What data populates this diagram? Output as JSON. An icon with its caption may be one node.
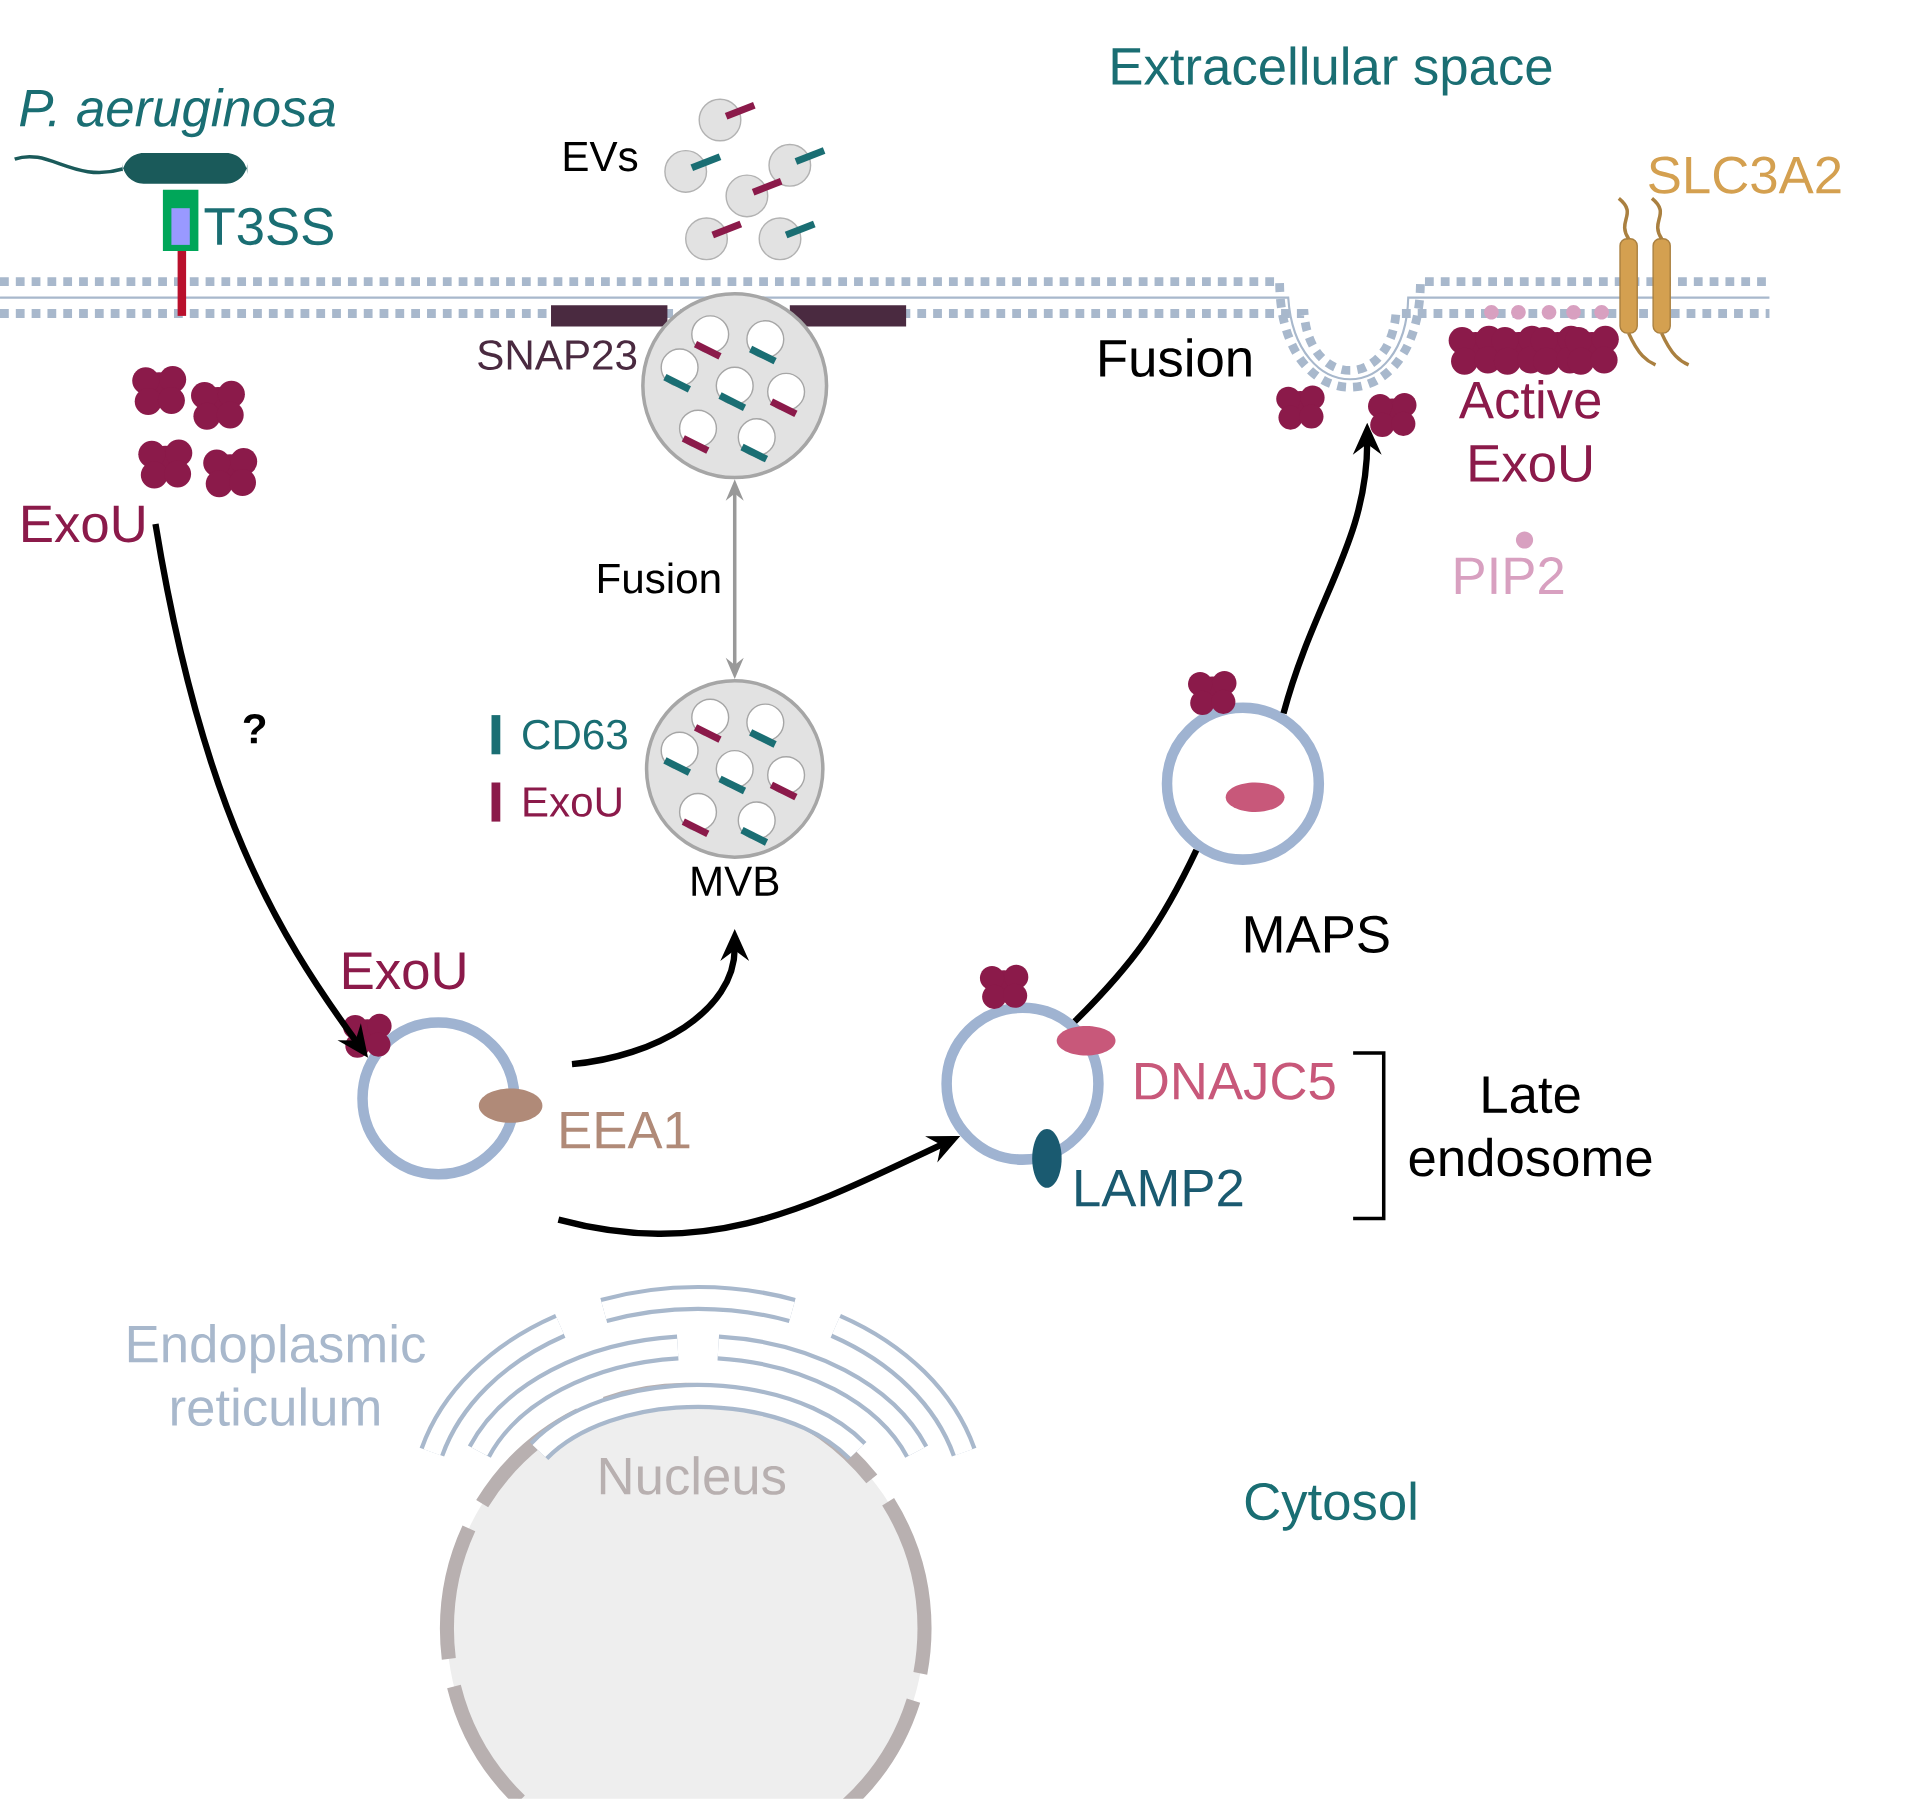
{
  "diagram": {
    "nodes": [
      {
        "text": [
          "ExoU"
        ]
      },
      {
        "text": [],
        "shape": "circle"
      },
      {
        "text": [
          "MVB"
        ]
      },
      {
        "text": [],
        "shape": "circle"
      },
      {
        "text": [],
        "shape": "circle"
      },
      {
        "text": [],
        "shape": "circle"
      },
      {
        "text": [
          "Fusion"
        ]
      }
    ],
    "edges": [
      {
        "from": 0,
        "to": 3,
        "arrow": "to",
        "label": "?"
      },
      {
        "from": 1,
        "to": 2,
        "arrow": "both",
        "label": "Fusion",
        "color": "#999999"
      },
      {
        "from": 3,
        "to": 2,
        "arrow": "to"
      },
      {
        "from": 3,
        "to": 4,
        "arrow": "to"
      },
      {
        "from": 4,
        "to": 5,
        "arrow": "none",
        "label": "MAPS"
      },
      {
        "from": 5,
        "to": 6,
        "arrow": "to"
      }
    ],
    "labels": [
      "Extracellular space",
      "P. aeruginosa",
      "T3SS",
      "EVs",
      "SNAP23",
      "SLC3A2",
      "Active ExoU",
      "PIP2",
      "ExoU",
      "EEA1",
      "DNAJC5",
      "LAMP2",
      "Late endosome",
      "Endoplasmic reticulum",
      "Nucleus",
      "Cytosol"
    ],
    "legend": [
      {
        "text": "CD63"
      },
      {
        "text": "ExoU"
      }
    ]
  }
}
